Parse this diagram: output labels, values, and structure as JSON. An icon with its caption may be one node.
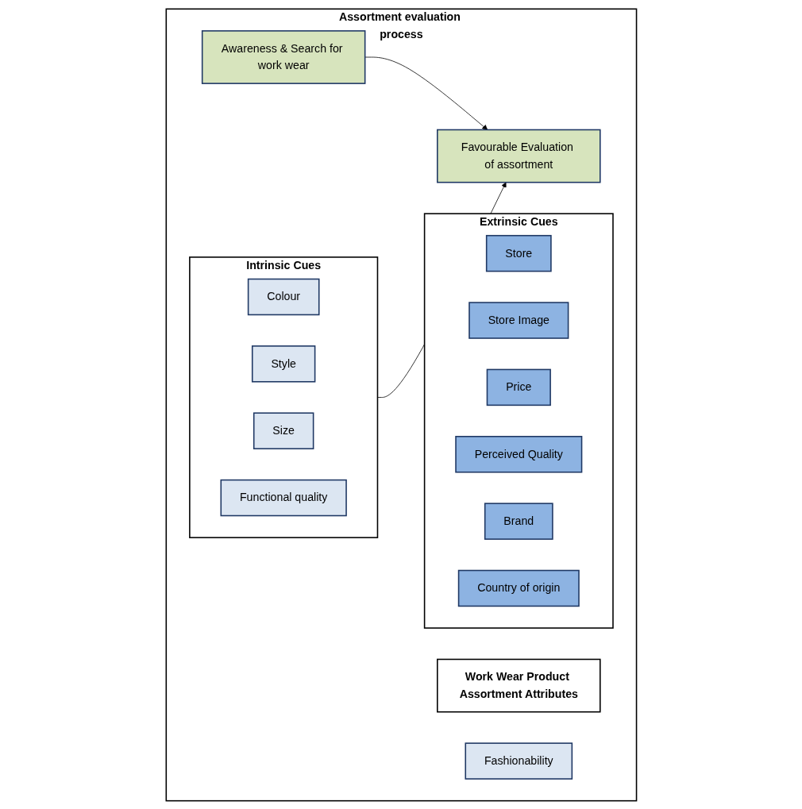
{
  "diagram": {
    "nodes": [
      {
        "text": [
          "Assortment evaluation process"
        ]
      },
      {
        "text": [
          "Work Wear Product Assortment Attributes"
        ],
        "in": 0
      },
      {
        "text": [
          "Extrinsic Cues"
        ],
        "in": 0
      },
      {
        "text": [
          "Intrinsic Cues"
        ],
        "in": 0
      },
      {
        "text": [
          "Store"
        ],
        "in": 2
      },
      {
        "text": [
          "Store Image"
        ],
        "in": 2
      },
      {
        "text": [
          "Colour"
        ],
        "in": 3
      },
      {
        "text": [
          "Style"
        ],
        "in": 3
      },
      {
        "text": [
          "Fashionability"
        ],
        "in": 0
      },
      {
        "text": [
          "Size"
        ],
        "in": 3
      },
      {
        "text": [
          "Price"
        ],
        "in": 2
      },
      {
        "text": [
          "Perceived Quality"
        ],
        "in": 2
      },
      {
        "text": [
          "Functional quality"
        ],
        "in": 3
      },
      {
        "text": [
          "Brand"
        ],
        "in": 2
      },
      {
        "text": [
          "Country of origin"
        ],
        "in": 2
      },
      {
        "text": [
          "Awareness & Search for work wear"
        ],
        "in": 0
      },
      {
        "text": [
          "Favourable Evaluation of assortment"
        ],
        "in": 0
      }
    ],
    "edges": [
      {
        "from": 3,
        "to": 16,
        "arrow": "to"
      },
      {
        "from": 15,
        "to": 16,
        "arrow": "to"
      }
    ]
  }
}
